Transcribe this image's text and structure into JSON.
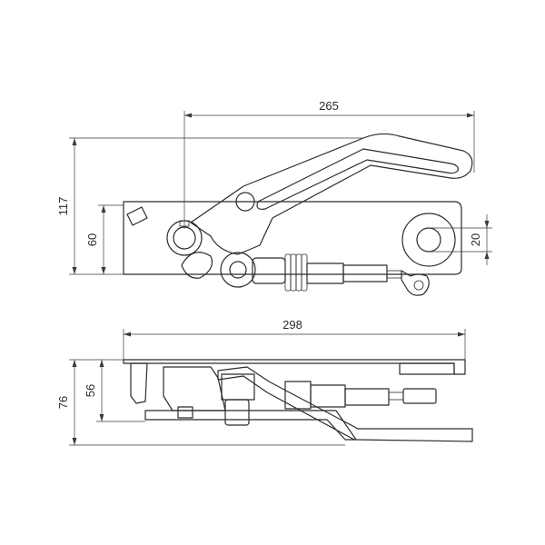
{
  "drawing": {
    "dimensions": {
      "top_width": "265",
      "top_height": "117",
      "bracket_height": "60",
      "bore_diameter": "20",
      "side_length": "298",
      "side_inner_height": "56",
      "side_total_height": "76"
    }
  }
}
